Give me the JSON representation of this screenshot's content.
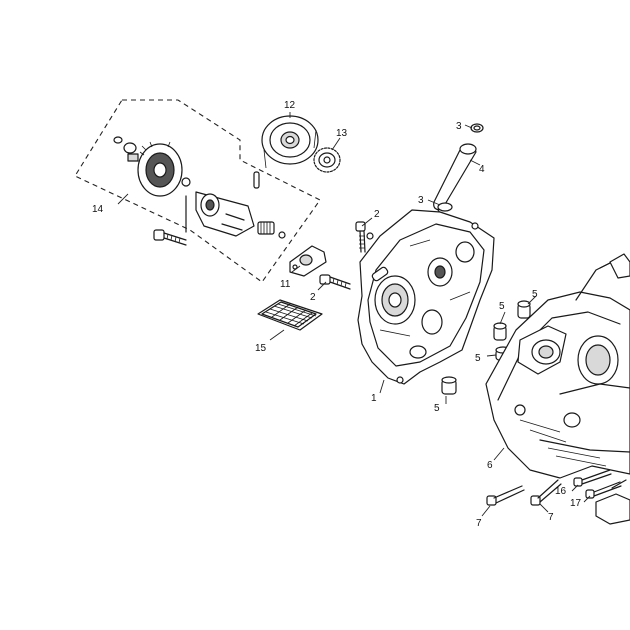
{
  "callouts": {
    "c1": "1",
    "c2a": "2",
    "c2b": "2",
    "c3a": "3",
    "c3b": "3",
    "c4": "4",
    "c5a": "5",
    "c5b": "5",
    "c5c": "5",
    "c5d": "5",
    "c6": "6",
    "c7a": "7",
    "c7b": "7",
    "c11": "11",
    "c12": "12",
    "c13": "13",
    "c14": "14",
    "c15": "15",
    "c16": "16",
    "c17": "17"
  },
  "colors": {
    "line": "#1a1a1a",
    "background": "#ffffff"
  }
}
